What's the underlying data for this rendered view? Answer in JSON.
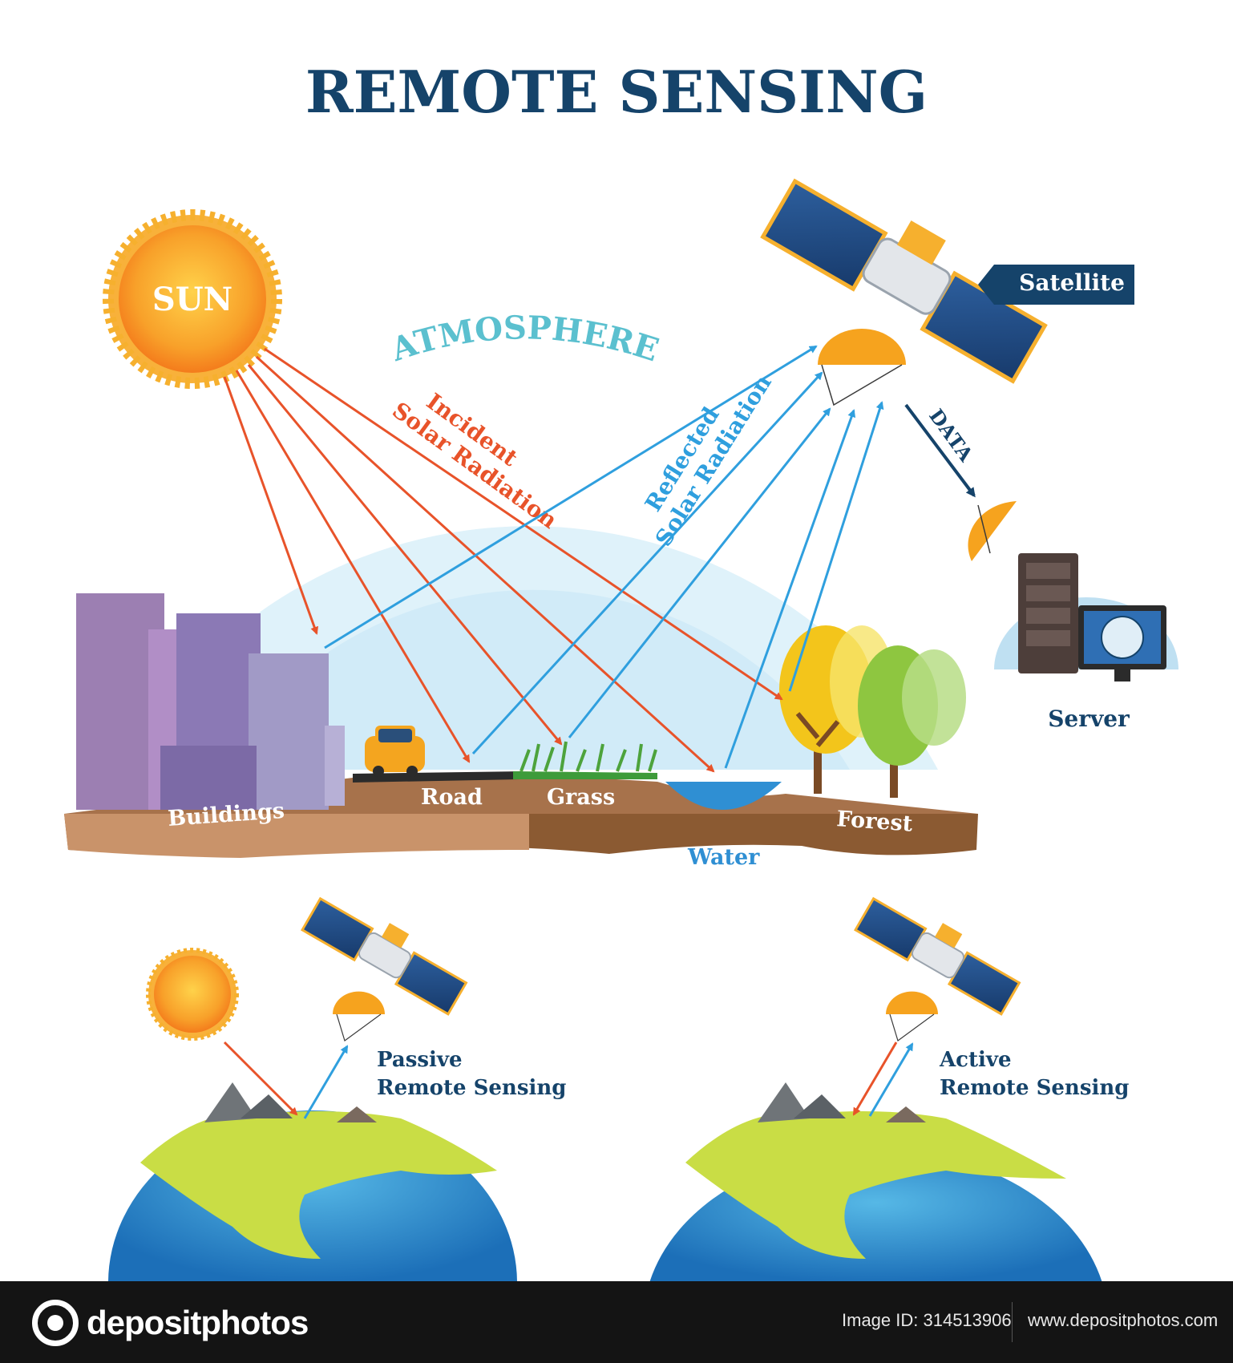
{
  "title": "REMOTE SENSING",
  "sun_label": "SUN",
  "atmosphere_label": "ATMOSPHERE",
  "incident_label": [
    "Incident",
    "Solar Radiation"
  ],
  "reflected_label": [
    "Reflected",
    "Solar Radiation"
  ],
  "satellite_label": "Satellite",
  "data_label": "DATA",
  "server_label": "Server",
  "surfaces": {
    "buildings": "Buildings",
    "road": "Road",
    "grass": "Grass",
    "water": "Water",
    "forest": "Forest"
  },
  "passive_label": [
    "Passive",
    "Remote Sensing"
  ],
  "active_label": [
    "Active",
    "Remote Sensing"
  ],
  "footer": {
    "brand": "depositphotos",
    "image_id": "Image ID: 314513906",
    "site": "www.depositphotos.com"
  },
  "colors": {
    "title": "#15436a",
    "incident": "#e8532a",
    "reflected": "#2f9fde",
    "atmosphere": "#5bc0cf",
    "sun": "#f7941d",
    "ground": "#8b5a32",
    "footer_bg": "#141414"
  }
}
